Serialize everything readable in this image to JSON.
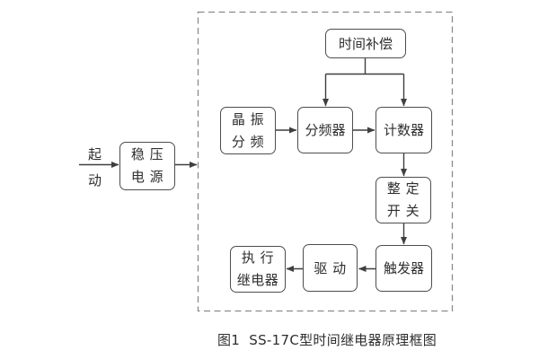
{
  "diagram": {
    "start": {
      "line1": "起",
      "line2": "动"
    },
    "blocks": {
      "power": {
        "line1": "稳 压",
        "line2": "电 源"
      },
      "time_compensation": {
        "label": "时间补偿"
      },
      "crystal_divider": {
        "line1": "晶 振",
        "line2": "分 频"
      },
      "frequency_divider": {
        "label": "分频器"
      },
      "counter": {
        "label": "计数器"
      },
      "setting_switch": {
        "line1": "整 定",
        "line2": "开 关"
      },
      "trigger": {
        "label": "触发器"
      },
      "driver": {
        "label": "驱 动"
      },
      "output_relay": {
        "line1": "执 行",
        "line2": "继电器"
      }
    },
    "caption": "图1  SS-17C型时间继电器原理框图",
    "colors": {
      "line": "#3f3f3f",
      "box_border": "#4d4d4d",
      "dashed_border": "#8a8a8a",
      "text": "#2e2e2e",
      "background": "#ffffff"
    }
  }
}
